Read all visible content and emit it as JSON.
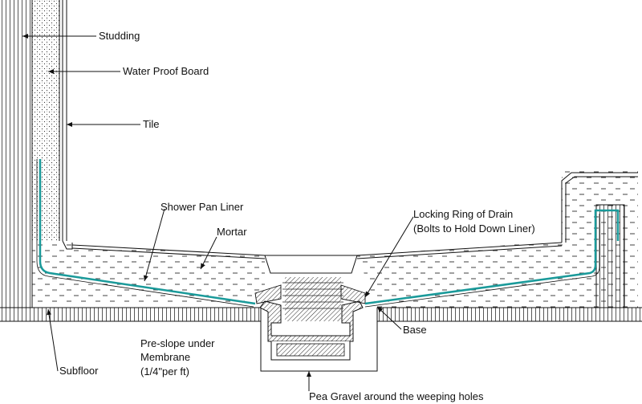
{
  "diagram": {
    "labels": {
      "studding": "Studding",
      "water_proof_board": "Water Proof Board",
      "tile": "Tile",
      "shower_pan_liner": "Shower  Pan  Liner",
      "mortar": "Mortar",
      "locking_ring_line1": "Locking Ring of Drain",
      "locking_ring_line2": "(Bolts to Hold Down Liner)",
      "base": "Base",
      "subfloor": "Subfloor",
      "preslope_line1": "Pre-slope under",
      "preslope_line2": "Membrane",
      "preslope_line3": "(1/4\"per ft)",
      "pea_gravel": "Pea Gravel around the weeping holes"
    },
    "colors": {
      "liner": "#1a9a9a",
      "line": "#111111",
      "board_fill": "#f2f2f2"
    }
  }
}
